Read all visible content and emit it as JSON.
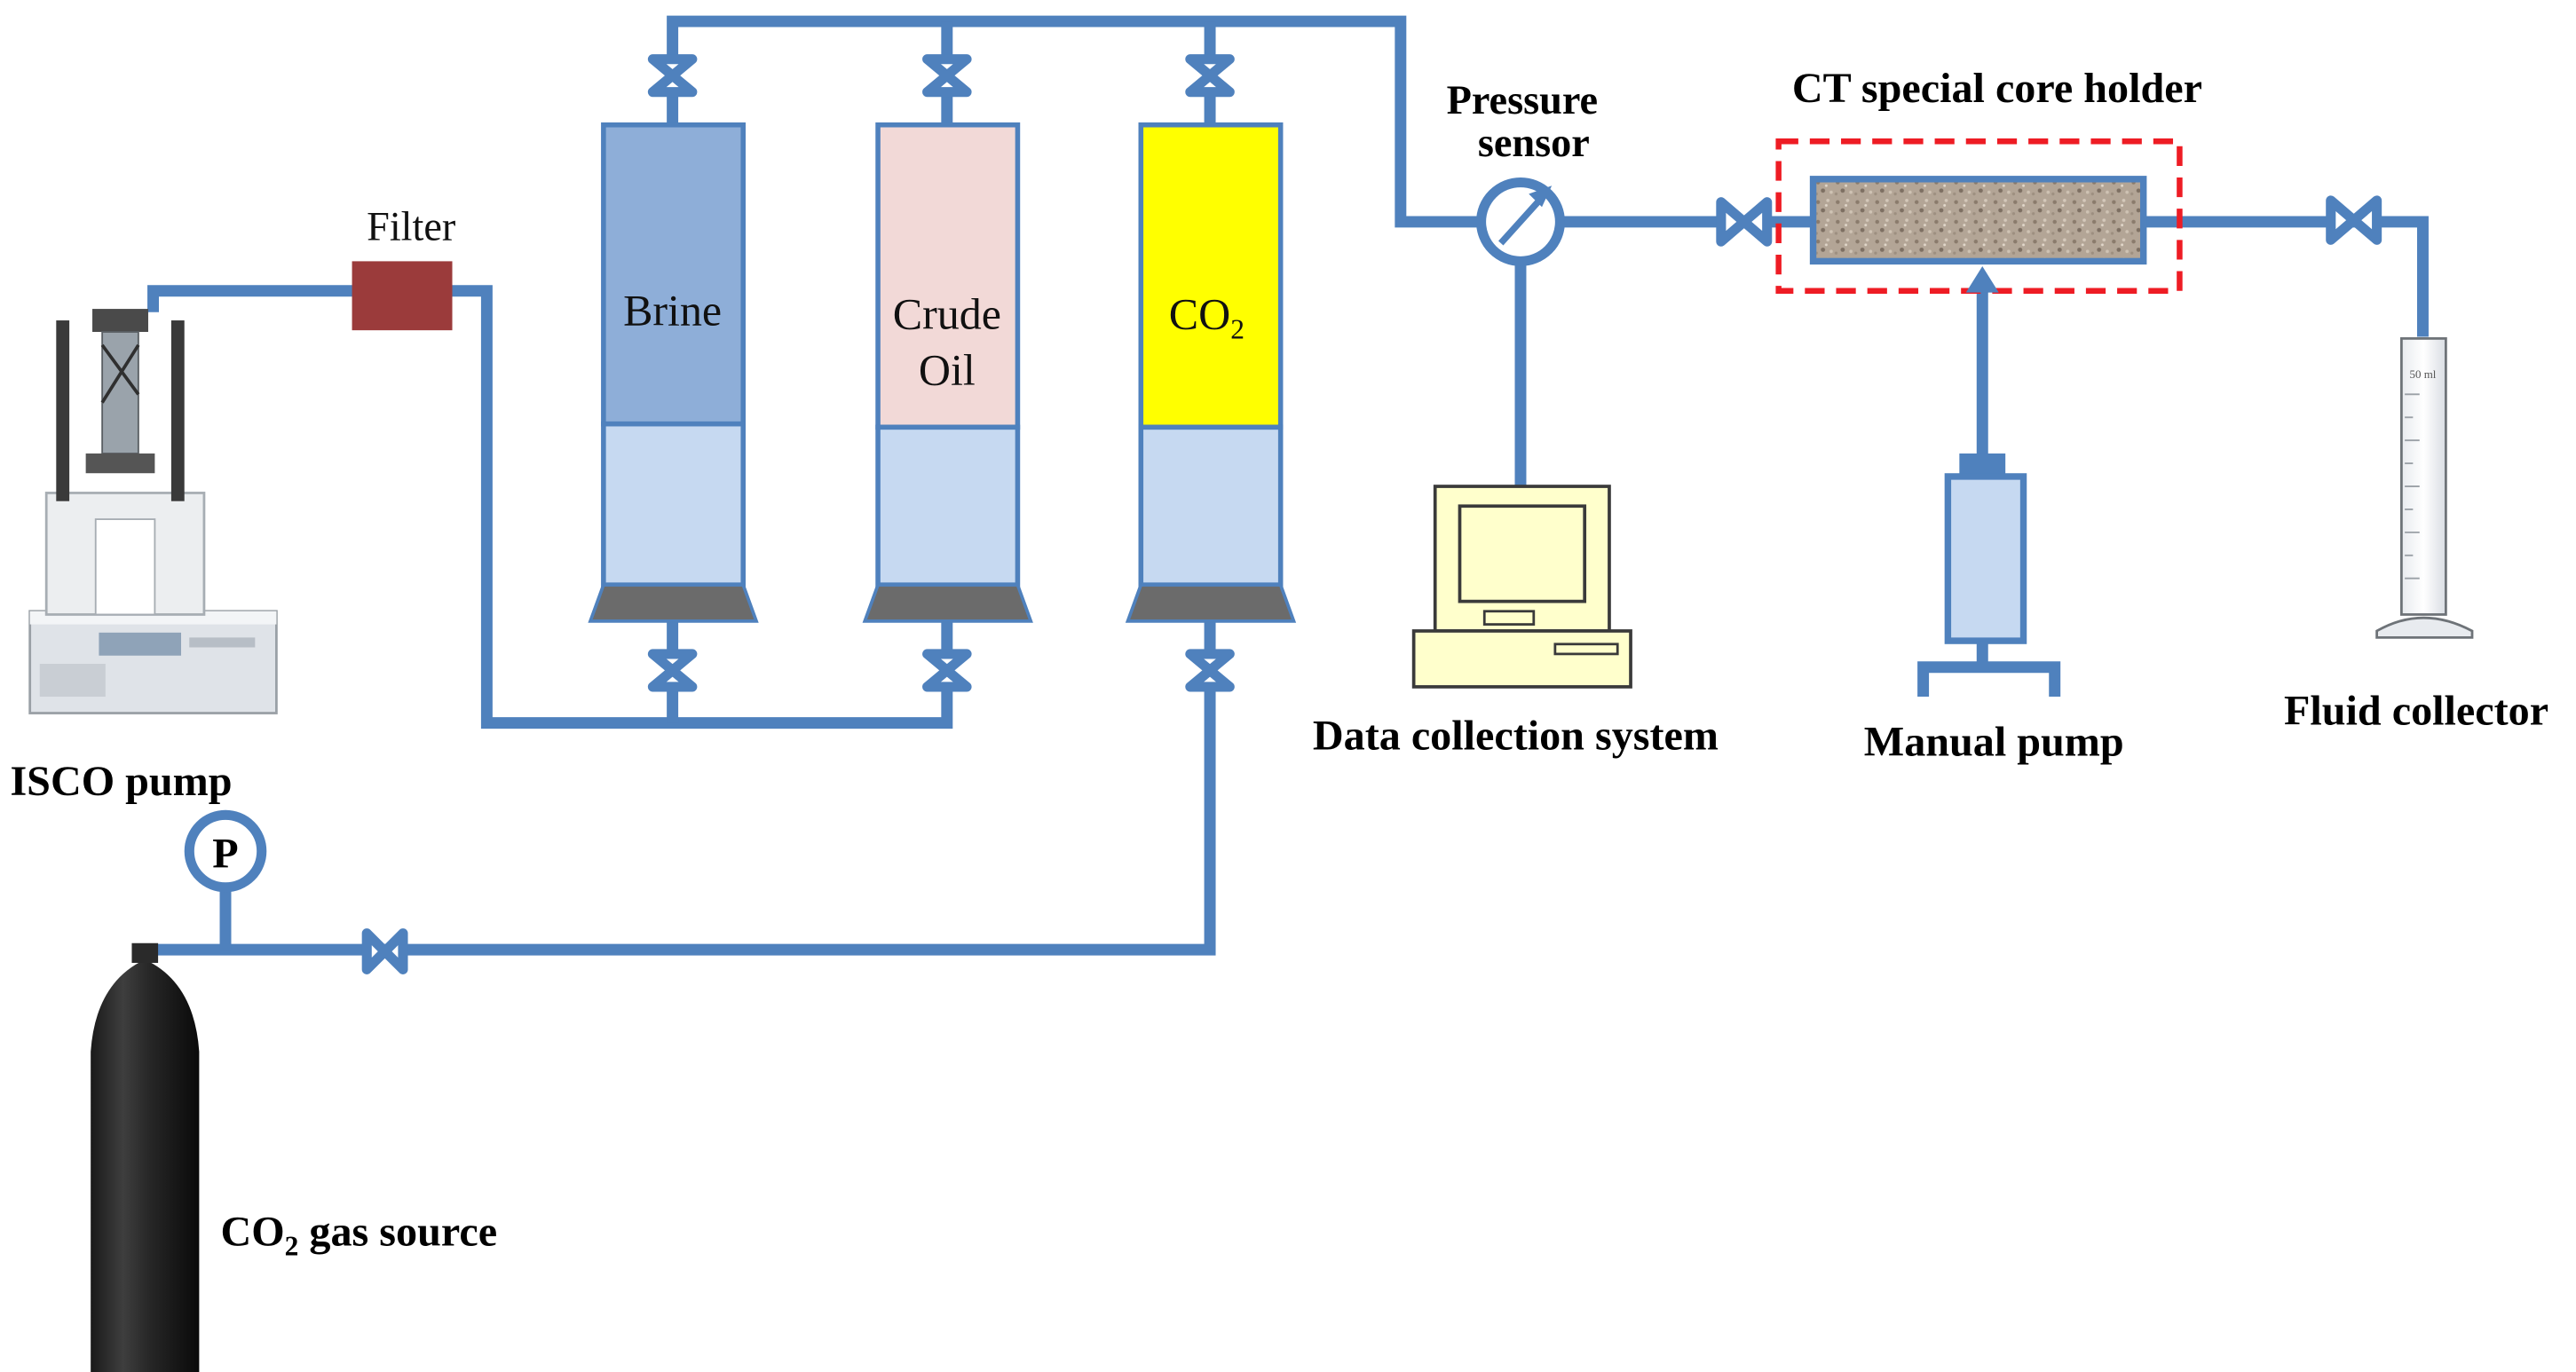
{
  "labels": {
    "filter": "Filter",
    "isco_pump": "ISCO pump",
    "brine": "Brine",
    "crude_oil_line1": "Crude",
    "crude_oil_line2": "Oil",
    "co2_main": "CO",
    "co2_sub": "2",
    "pressure_sensor_line1": "Pressure",
    "pressure_sensor_line2": "sensor",
    "core_holder": "CT special core holder",
    "data_collection": "Data collection system",
    "manual_pump": "Manual pump",
    "fluid_collector": "Fluid collector",
    "gauge_letter": "P",
    "gas_source_main": "CO",
    "gas_source_sub": "2",
    "gas_source_rest": " gas source",
    "cylinder_mark": "50 ml"
  },
  "colors": {
    "pipe": "#4f81bd",
    "brine": "#8eaed8",
    "crude_oil": "#f2d9d7",
    "co2": "#ffff00",
    "vessel_lower": "#c6d9f1",
    "vessel_base": "#6b6b6b",
    "filter": "#9b3b3b",
    "core_holder_border": "#ee1c24",
    "computer": "#ffffcc",
    "manual_pump": "#c6d9f1"
  }
}
